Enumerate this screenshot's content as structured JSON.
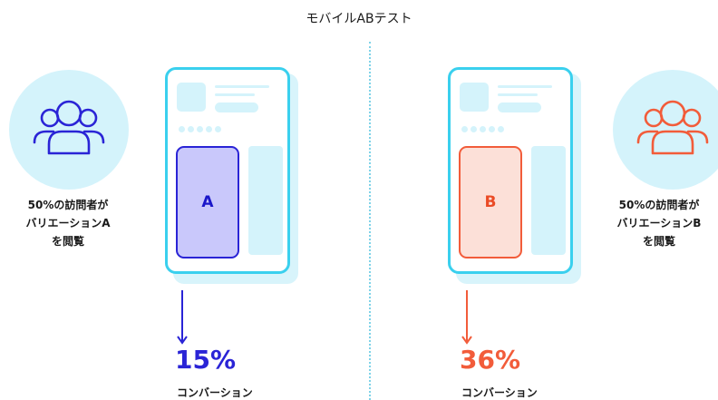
{
  "title": "モバイルABテスト",
  "colors": {
    "blue": "#2a24d6",
    "orange": "#f25c3a",
    "cyan": "#3ad0ee",
    "light_cyan": "#d4f3fb"
  },
  "variant_a": {
    "icon": "users-group-icon",
    "visitor_line1": "50%の訪問者が",
    "visitor_line2": "バリエーションA",
    "visitor_line3": "を閲覧",
    "label": "A",
    "rate": "15%",
    "caption": "コンバーション"
  },
  "variant_b": {
    "icon": "users-group-icon",
    "visitor_line1": "50%の訪問者が",
    "visitor_line2": "バリエーションB",
    "visitor_line3": "を閲覧",
    "label": "B",
    "rate": "36%",
    "caption": "コンバーション"
  }
}
